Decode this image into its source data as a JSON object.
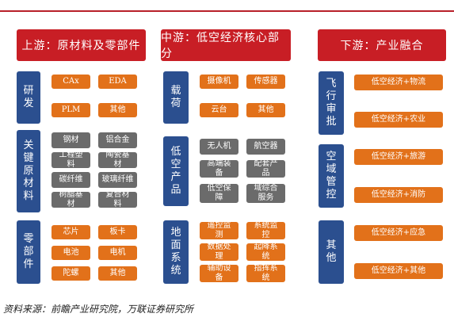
{
  "headers": {
    "upstream": "上游：原材料及零部件",
    "midstream": "中游：低空经济核心部分",
    "downstream": "下游：产业融合"
  },
  "upstream": {
    "rd": {
      "label": "研发",
      "items": [
        "CAx",
        "EDA",
        "PLM",
        "其他"
      ]
    },
    "materials": {
      "label": "关键原材料",
      "items": [
        "钢材",
        "铝合金",
        "工程塑料",
        "陶瓷基材",
        "碳纤维",
        "玻璃纤维",
        "树脂基材",
        "复合材料"
      ]
    },
    "parts": {
      "label": "零部件",
      "items": [
        "芯片",
        "板卡",
        "电池",
        "电机",
        "陀螺",
        "其他"
      ]
    }
  },
  "midstream": {
    "payload": {
      "label": "载荷",
      "items": [
        "摄像机",
        "传感器",
        "云台",
        "其他"
      ]
    },
    "products": {
      "label": "低空产品",
      "items": [
        "无人机",
        "航空器",
        "高端装备",
        "配套产品",
        "低空保障",
        "域综合服务"
      ]
    },
    "ground": {
      "label": "地面系统",
      "items": [
        "遥控监测",
        "系统监控",
        "数据处理",
        "起降系统",
        "辅助设备",
        "指挥系统"
      ]
    }
  },
  "downstream": {
    "flight": {
      "label": "飞行审批",
      "items": [
        "低空经济+物流",
        "低空经济+农业"
      ]
    },
    "airspace": {
      "label": "空域管控",
      "items": [
        "低空经济+旅游",
        "低空经济+消防"
      ]
    },
    "other": {
      "label": "其他",
      "items": [
        "低空经济+应急",
        "低空经济+其他"
      ]
    }
  },
  "source": "资料来源：前瞻产业研究院，万联证券研究所",
  "colors": {
    "header": "#c81e25",
    "label": "#2b4f8f",
    "orange": "#e2711a",
    "gray": "#6b6b6b"
  }
}
